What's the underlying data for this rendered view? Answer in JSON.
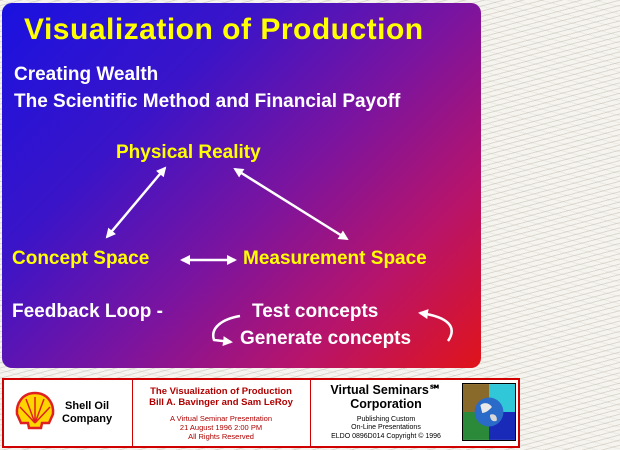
{
  "slide": {
    "title": "Visualization of Production",
    "subtitle_1": "Creating Wealth",
    "subtitle_2": "The Scientific Method and Financial Payoff",
    "nodes": {
      "physical_reality": "Physical Reality",
      "concept_space": "Concept Space",
      "measurement_space": "Measurement Space"
    },
    "feedback_label": "Feedback Loop -",
    "test_concepts": "Test concepts",
    "generate_concepts": "Generate concepts",
    "colors": {
      "title": "#ffff00",
      "text": "#ffffff",
      "arrow": "#ffffff"
    }
  },
  "footer": {
    "company_line1": "Shell Oil",
    "company_line2": "Company",
    "presentation_title": "The Visualization of Production",
    "authors": "Bill A. Bavinger and Sam LeRoy",
    "presentation_type": "A Virtual Seminar Presentation",
    "date": "21 August 1996 2:00 PM",
    "rights": "All Rights Reserved",
    "org_line1": "Virtual Seminars℠",
    "org_line2": "Corporation",
    "org_tag1": "Publishing Custom",
    "org_tag2": "On-Line Presentations",
    "copyright": "ELDO 0896D014 Copyright © 1996",
    "colors": {
      "border": "#d00000",
      "text_red": "#b00000"
    }
  }
}
